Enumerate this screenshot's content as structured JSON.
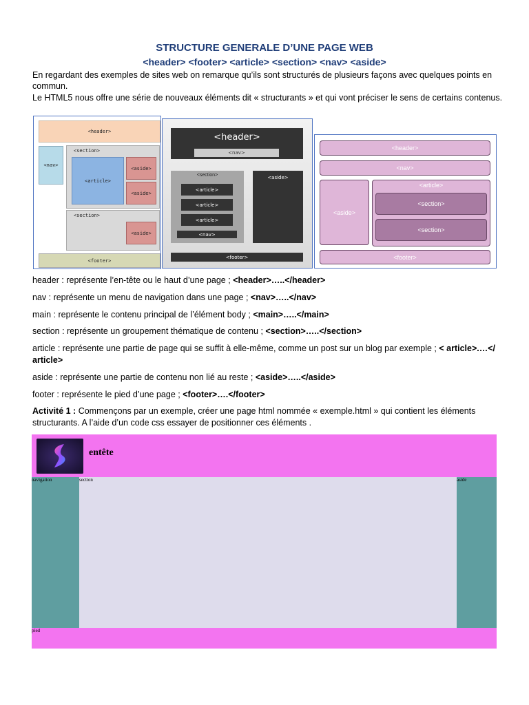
{
  "title": "STRUCTURE GENERALE D’UNE PAGE WEB",
  "subtitle": "<header> <footer> <article> <section> <nav> <aside>",
  "intro": [
    "En regardant des exemples de sites web on remarque qu’ils sont structurés de plusieurs façons avec quelques points en commun.",
    "Le HTML5 nous offre une série de nouveaux éléments dit « structurants » et qui vont préciser le sens de certains contenus."
  ],
  "figure1": {
    "header": "<header>",
    "nav": "<nav>",
    "section1": "<section>",
    "article": "<article>",
    "aside1": "<aside>",
    "aside2": "<aside>",
    "section2": "<section>",
    "aside3": "<aside>",
    "footer": "<footer>"
  },
  "figure2": {
    "header": "<header>",
    "nav_top": "<nav>",
    "section": "<section>",
    "article1": "<article>",
    "article2": "<article>",
    "article3": "<article>",
    "nav": "<nav>",
    "aside": "<aside>",
    "footer": "<footer>"
  },
  "figure3": {
    "header": "<header>",
    "nav": "<nav>",
    "aside": "<aside>",
    "article": "<article>",
    "section1": "<section>",
    "section2": "<section>",
    "footer": "<footer>"
  },
  "definitions": [
    {
      "text": "header : représente l’en-tête ou le haut d’une page   ;   ",
      "code": "<header>…..</header>"
    },
    {
      "text": "nav : représente un menu de navigation dans une page ; ",
      "code": "<nav>…..</nav>"
    },
    {
      "text": "main : représente le contenu principal de l’élément body ; ",
      "code": "<main>…..</main>"
    },
    {
      "text": "section : représente un groupement thématique de contenu ; ",
      "code": "<section>…..</section>"
    },
    {
      "text": "article : représente une partie de page qui se suffit à elle-même, comme un post sur un blog par exemple ; ",
      "code": "< article>.…</ article>"
    },
    {
      "text": "aside : représente une partie de contenu non lié au reste ;  ",
      "code": "<aside>…..</aside>"
    },
    {
      "text": "footer : représente le pied d’une page ;  ",
      "code": "<footer>….</footer>"
    }
  ],
  "activity": {
    "label": "Activité 1 :",
    "text": " Commençons par un exemple, créer une page html nommée « exemple.html » qui contient les éléments structurants. A l’aide d’un code css essayer de positionner ces éléments ."
  },
  "demo": {
    "title": "entête",
    "nav": "navigation",
    "section": "section",
    "aside": "aside",
    "footer": "pied"
  }
}
